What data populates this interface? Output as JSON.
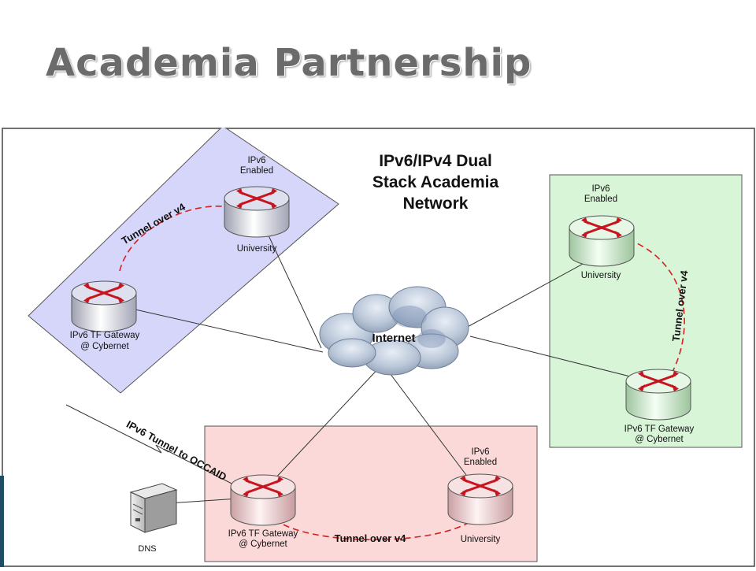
{
  "slide": {
    "title": "Academia Partnership"
  },
  "diagram": {
    "heading": [
      "IPv6/IPv4 Dual",
      "Stack Academia",
      "Network"
    ],
    "internet_label": "Internet",
    "dns_label": "DNS",
    "external_tunnel_label": "IPv6 Tunnel to OCCAID",
    "regions": {
      "blue": {
        "color": "#d6d6fb",
        "university": [
          "IPv6",
          "Enabled"
        ],
        "university_name": "University",
        "gateway": [
          "IPv6 TF Gateway",
          "@ Cybernet"
        ],
        "tunnel_label": "Tunnel over v4"
      },
      "green": {
        "color": "#d8f5d8",
        "university": [
          "IPv6",
          "Enabled"
        ],
        "university_name": "University",
        "gateway": [
          "IPv6 TF Gateway",
          "@ Cybernet"
        ],
        "tunnel_label": "Tunnel over v4"
      },
      "pink": {
        "color": "#fbd9d9",
        "university": [
          "IPv6",
          "Enabled"
        ],
        "university_name": "University",
        "gateway": [
          "IPv6 TF Gateway",
          "@ Cybernet"
        ],
        "tunnel_label": "Tunnel over v4"
      }
    },
    "colors": {
      "tunnel": "#d32020",
      "link": "#333333",
      "arrow": "#c8141e"
    }
  }
}
